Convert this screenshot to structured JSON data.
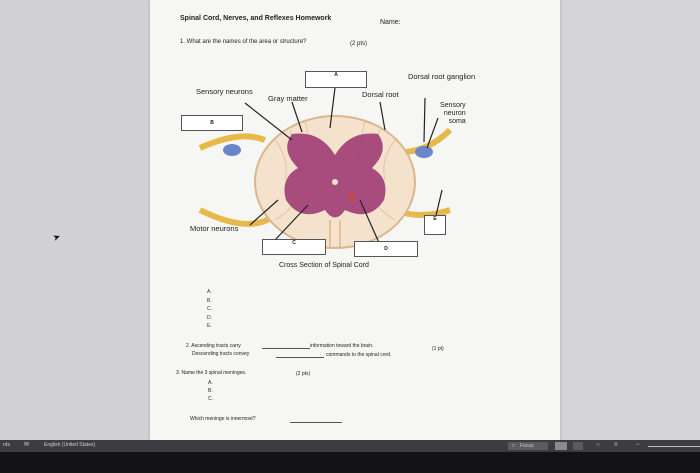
{
  "document": {
    "title": "Spinal Cord, Nerves, and Reflexes Homework",
    "name_label": "Name:",
    "question1": "1. What are the names of the area or structure?",
    "question1_points": "(2 pts)"
  },
  "diagram": {
    "labels": {
      "dorsal_root_ganglion": "Dorsal root ganglion",
      "sensory_neurons": "Sensory neurons",
      "gray_matter": "Gray matter",
      "dorsal_root": "Dorsal root",
      "sensory_neuron_soma": [
        "Sensory",
        "neuron",
        "soma"
      ],
      "motor_neurons": "Motor neurons"
    },
    "boxes": {
      "a": "A",
      "b": "B",
      "c": "C",
      "d": "D",
      "e": "E"
    },
    "caption": "Cross Section of Spinal Cord"
  },
  "answers": [
    "A.",
    "B.",
    "C.",
    "D.",
    "E."
  ],
  "question2": {
    "line1": "2. Ascending tracts carry",
    "line1_end": "information toward the brain.",
    "line2": "Descending tracts convey",
    "line2_end": "commands to the spinal cord.",
    "points": "(1 pt)"
  },
  "question3": {
    "text": "3. Name the 3 spinal meninges.",
    "points": "(2 pts)",
    "items": [
      "A.",
      "B.",
      "C."
    ]
  },
  "question4": {
    "text": "Which meninge is innermost?"
  },
  "taskbar": {
    "left_partial": "rds",
    "language": "English (United States)",
    "focus": "Focus"
  }
}
